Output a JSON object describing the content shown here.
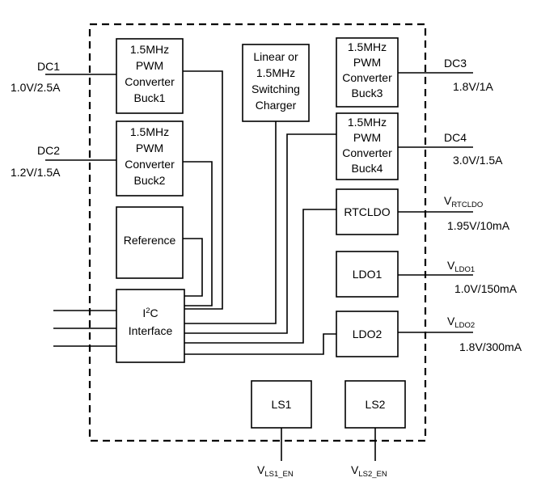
{
  "blocks": {
    "buck1": [
      "1.5MHz",
      "PWM",
      "Converter",
      "Buck1"
    ],
    "buck2": [
      "1.5MHz",
      "PWM",
      "Converter",
      "Buck2"
    ],
    "buck3": [
      "1.5MHz",
      "PWM",
      "Converter",
      "Buck3"
    ],
    "buck4": [
      "1.5MHz",
      "PWM",
      "Converter",
      "Buck4"
    ],
    "charger": [
      "Linear or",
      "1.5MHz",
      "Switching",
      "Charger"
    ],
    "reference": "Reference",
    "i2c": {
      "i": "I",
      "sup": "2",
      "c": "C",
      "line2": "Interface"
    },
    "rtcldo": "RTCLDO",
    "ldo1": "LDO1",
    "ldo2": "LDO2",
    "ls1": "LS1",
    "ls2": "LS2"
  },
  "outputs": {
    "dc1": {
      "name": "DC1",
      "rating": "1.0V/2.5A"
    },
    "dc2": {
      "name": "DC2",
      "rating": "1.2V/1.5A"
    },
    "dc3": {
      "name": "DC3",
      "rating": "1.8V/1A"
    },
    "dc4": {
      "name": "DC4",
      "rating": "3.0V/1.5A"
    },
    "vrtcldo": {
      "v": "V",
      "sub": "RTCLDO",
      "rating": "1.95V/10mA"
    },
    "vldo1": {
      "v": "V",
      "sub": "LDO1",
      "rating": "1.0V/150mA"
    },
    "vldo2": {
      "v": "V",
      "sub": "LDO2",
      "rating": "1.8V/300mA"
    },
    "vls1": {
      "v": "V",
      "sub": "LS1_EN"
    },
    "vls2": {
      "v": "V",
      "sub": "LS2_EN"
    }
  }
}
